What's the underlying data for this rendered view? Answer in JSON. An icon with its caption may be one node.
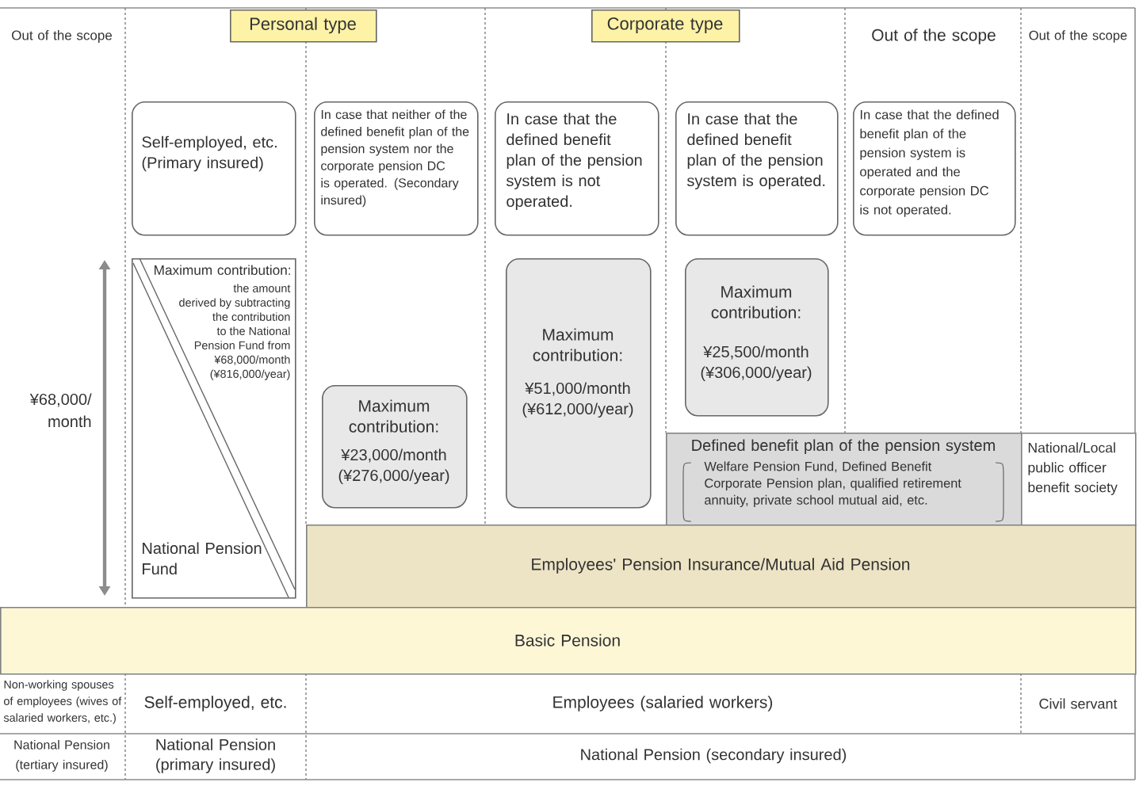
{
  "diagram": {
    "nodes": [
      {
        "text": [
          "Personal type"
        ]
      },
      {
        "text": [
          "Corporate type"
        ]
      },
      {
        "text": [
          "Self-employed, etc. (Primary insured)"
        ]
      },
      {
        "text": [
          "In case that neither of the defined benefit plan of the pension system nor the corporate pension DC is operated. (Secondary insured)"
        ]
      },
      {
        "text": [
          "In case that the defined benefit plan of the pension system is not operated."
        ]
      },
      {
        "text": [
          "In case that the defined benefit plan of the pension system is operated."
        ]
      },
      {
        "text": [
          "In case that the defined benefit plan of the pension system is operated and the corporate pension DC is not operated."
        ]
      },
      {
        "text": [
          "Maximum contribution:",
          "the amount derived by subtracting the contribution to the National Pension Fund from ¥68,000/month (¥816,000/year)",
          "National Pension Fund"
        ]
      },
      {
        "text": [
          "Maximum contribution:",
          "¥23,000/month (¥276,000/year)"
        ]
      },
      {
        "text": [
          "Maximum contribution:",
          "¥51,000/month (¥612,000/year)"
        ]
      },
      {
        "text": [
          "Maximum contribution:",
          "¥25,500/month (¥306,000/year)"
        ]
      },
      {
        "text": [
          "Defined benefit plan of the pension system",
          "Welfare Pension Fund, Defined Benefit Corporate Pension plan, qualified retirement annuity, private school mutual aid, etc."
        ]
      },
      {
        "text": [
          "National/Local public officer benefit society"
        ]
      },
      {
        "text": [
          "Employees' Pension Insurance/Mutual Aid Pension"
        ]
      },
      {
        "text": [
          "Basic Pension"
        ]
      }
    ],
    "labels": [
      "Out of the scope",
      "Out of the scope",
      "Out of the scope",
      "¥68,000/ month",
      "Non-working spouses of employees (wives of salaried workers, etc.)",
      "Self-employed, etc.",
      "Employees (salaried workers)",
      "Civil servant",
      "National Pension (tertiary insured)",
      "National Pension (primary insured)",
      "National Pension (secondary insured)"
    ]
  }
}
